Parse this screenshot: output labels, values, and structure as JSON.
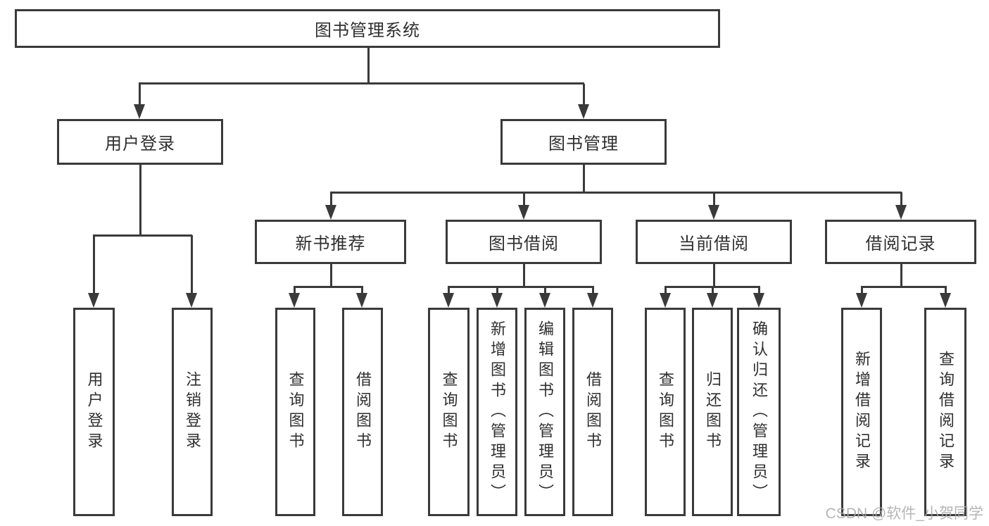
{
  "colors": {
    "line": "#3a3a3a",
    "text": "#2f2f2f",
    "watermark": "#a9a9a9",
    "background": "#ffffff"
  },
  "watermark": {
    "text": "CSDN @软件_小贺同学"
  },
  "diagram": {
    "root": {
      "label": "图书管理系统"
    },
    "level2": [
      {
        "label": "用户登录",
        "children": [
          {
            "label": "用户登录"
          },
          {
            "label": "注销登录"
          }
        ]
      },
      {
        "label": "图书管理",
        "children": [
          {
            "label": "新书推荐",
            "children": [
              {
                "label": "查询图书"
              },
              {
                "label": "借阅图书"
              }
            ]
          },
          {
            "label": "图书借阅",
            "children": [
              {
                "label": "查询图书"
              },
              {
                "label": "新增图书（管理员）"
              },
              {
                "label": "编辑图书（管理员）"
              },
              {
                "label": "借阅图书"
              }
            ]
          },
          {
            "label": "当前借阅",
            "children": [
              {
                "label": "查询图书"
              },
              {
                "label": "归还图书"
              },
              {
                "label": "确认归还（管理员）"
              }
            ]
          },
          {
            "label": "借阅记录",
            "children": [
              {
                "label": "新增借阅记录"
              },
              {
                "label": "查询借阅记录"
              }
            ]
          }
        ]
      }
    ]
  }
}
